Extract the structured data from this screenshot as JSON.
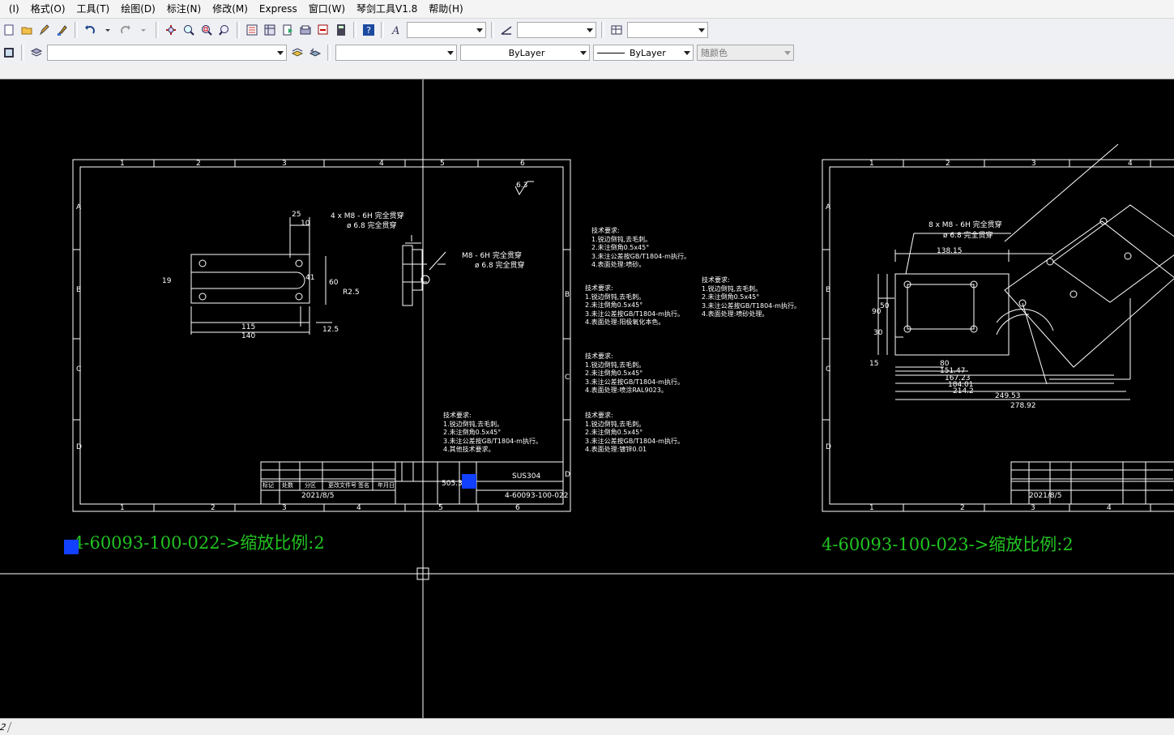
{
  "menu": [
    " (I)",
    "格式(O)",
    "工具(T)",
    "绘图(D)",
    "标注(N)",
    "修改(M)",
    "Express",
    "窗口(W)",
    "琴剑工具V1.8",
    "帮助(H)"
  ],
  "toolbar1": {
    "text_style_value": "",
    "dim_style_value": "",
    "table_style_value": ""
  },
  "toolbar2": {
    "layer_value": "",
    "color_value": "",
    "linetype_value": "ByLayer",
    "lineweight_value": "ByLayer",
    "plotstyle_value": "随颜色"
  },
  "drawing": {
    "sheet1_caption": "4-60093-100-022->缩放比例:2",
    "sheet2_caption": "4-60093-100-023->缩放比例:2",
    "sheet1_material": "SUS304",
    "sheet1_drawing_no": "4-60093-100-022",
    "sheet1_date": "2021/8/5",
    "sheet2_date": "2021/8/5",
    "sheet1_weight": "505.3",
    "sheet1_row_labels": [
      "标记",
      "处数",
      "分区",
      "更改文件号",
      "签名",
      "年月日"
    ],
    "roughness": "6.3",
    "dim_labels": {
      "d25": "25",
      "d10": "10",
      "d115": "115",
      "d140": "140",
      "d12_5": "12.5",
      "d19": "19",
      "d41": "41",
      "d60": "60",
      "dR2_5": "R2.5",
      "d4x": "4 x  M8 - 6H 完全贯穿",
      "d4x_sub": "ø 6.8 完全贯穿",
      "dM8": "M8 - 6H 完全贯穿",
      "dM8_sub": "ø 6.8 完全贯穿",
      "s2_top": "8 x  M8 - 6H 完全贯穿",
      "s2_sub": "ø 6.8 完全贯穿",
      "s2_138": "138.15",
      "s2_80": "80",
      "s2_151": "151.47",
      "s2_167": "167.23",
      "s2_184": "184.01",
      "s2_214": "214.2",
      "s2_249": "249.53",
      "s2_278": "278.92",
      "s2_15": "15",
      "s2_50": "50",
      "s2_90": "90",
      "s2_30": "30"
    },
    "notes": [
      "技术要求:\n1.锐边倒钝,去毛刺。\n2.未注倒角0.5x45°\n3.未注公差按GB/T1804-m执行。\n4.表面处理:喷砂。",
      "技术要求:\n1.锐边倒钝,去毛刺。\n2.未注倒角0.5x45°\n3.未注公差按GB/T1804-m执行。\n4.表面处理:阳极氧化本色。",
      "技术要求:\n1.锐边倒钝,去毛刺。\n2.未注倒角0.5x45°\n3.未注公差按GB/T1804-m执行。\n4.表面处理:喷砂处理。",
      "技术要求:\n1.锐边倒钝,去毛刺。\n2.未注倒角0.5x45°\n3.未注公差按GB/T1804-m执行。\n4.表面处理:喷涂RAL9023。",
      "技术要求:\n1.锐边倒钝,去毛刺。\n2.未注倒角0.5x45°\n3.未注公差按GB/T1804-m执行。\n4.表面处理:镀锌0.01",
      "技术要求:\n1.锐边倒钝,去毛刺。\n2.未注倒角0.5x45°\n3.未注公差按GB/T1804-m执行。\n4.其他技术要求。"
    ],
    "zone_numbers": [
      "1",
      "2",
      "3",
      "4",
      "5",
      "6"
    ],
    "zone_letters": [
      "A",
      "B",
      "C",
      "D"
    ]
  },
  "status": {
    "tab_fragment": "2"
  },
  "colors": {
    "canvas": "#000000",
    "caption": "#22c322",
    "grip": "#1240ff"
  }
}
